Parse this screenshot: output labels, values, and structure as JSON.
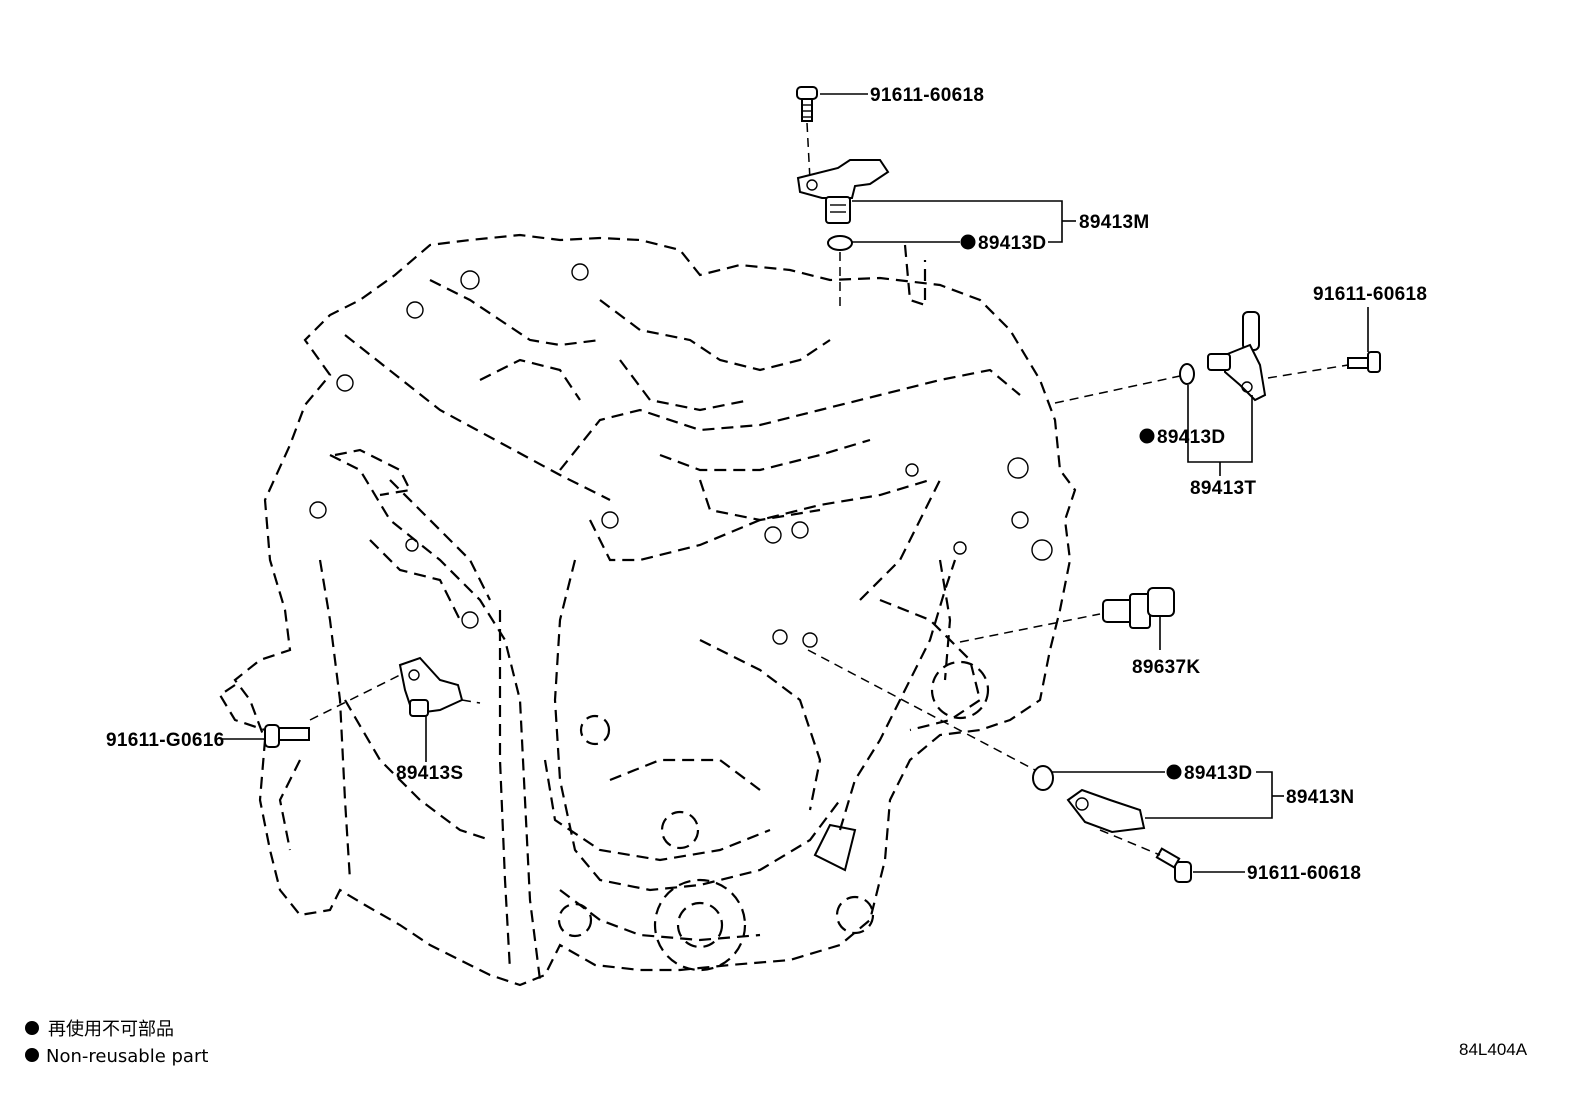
{
  "labels": {
    "bolt_top": "91611-60618",
    "sensor_m": "89413M",
    "oring_m": "89413D",
    "bolt_right": "91611-60618",
    "oring_t": "89413D",
    "sensor_t": "89413T",
    "sensor_k": "89637K",
    "bolt_left": "91611-G0616",
    "sensor_s": "89413S",
    "oring_n": "89413D",
    "sensor_n": "89413N",
    "bolt_bottom": "91611-60618"
  },
  "legend": {
    "line_jp": "再使用不可部品",
    "line_en": "Non-reusable part"
  },
  "diagram_code": "84L404A",
  "colors": {
    "ink": "#000000",
    "paper": "#ffffff"
  }
}
